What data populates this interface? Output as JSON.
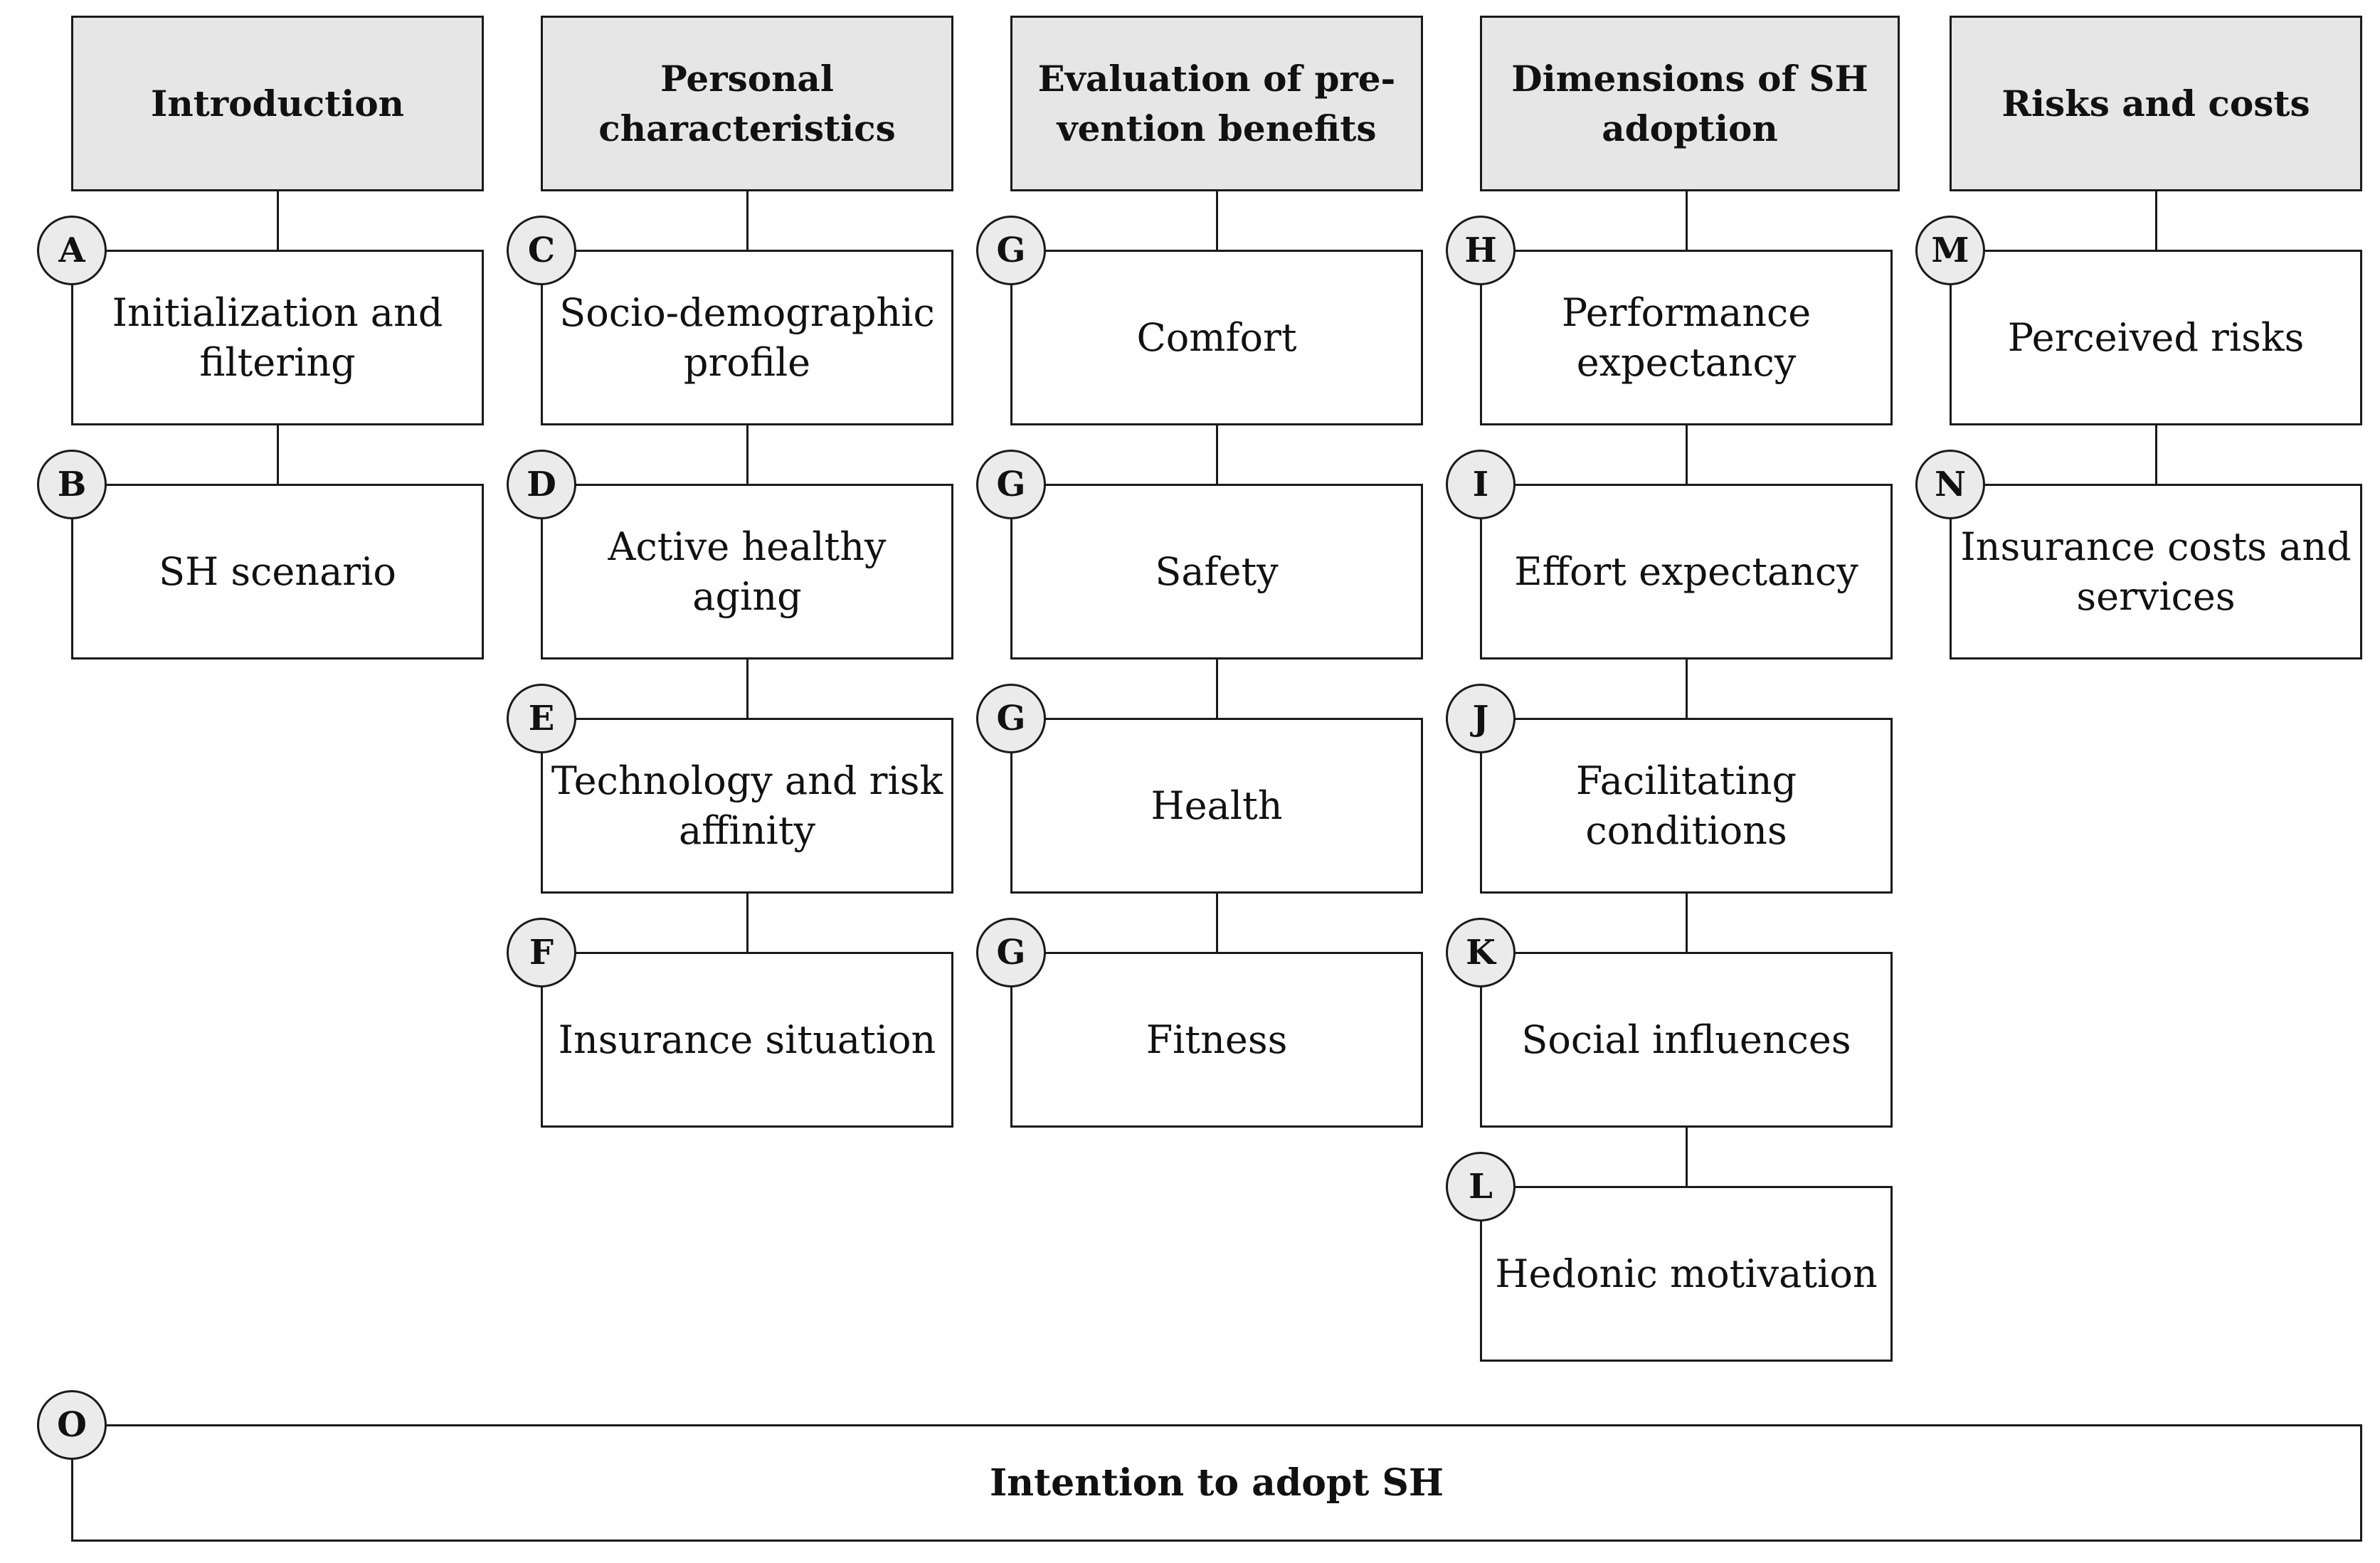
{
  "columns": [
    {
      "title": "Introduction",
      "items": [
        {
          "badge": "A",
          "label": "Initialization and filtering"
        },
        {
          "badge": "B",
          "label": "SH scenario"
        }
      ]
    },
    {
      "title": "Personal characteristics",
      "items": [
        {
          "badge": "C",
          "label": "Socio-demographic profile"
        },
        {
          "badge": "D",
          "label": "Active healthy aging"
        },
        {
          "badge": "E",
          "label": "Technology and risk affinity"
        },
        {
          "badge": "F",
          "label": "Insurance situation"
        }
      ]
    },
    {
      "title": "Evaluation of pre-vention benefits",
      "items": [
        {
          "badge": "G",
          "label": "Comfort"
        },
        {
          "badge": "G",
          "label": "Safety"
        },
        {
          "badge": "G",
          "label": "Health"
        },
        {
          "badge": "G",
          "label": "Fitness"
        }
      ]
    },
    {
      "title": "Dimensions of SH adoption",
      "items": [
        {
          "badge": "H",
          "label": "Performance expectancy"
        },
        {
          "badge": "I",
          "label": "Effort expectancy"
        },
        {
          "badge": "J",
          "label": "Facilitating conditions"
        },
        {
          "badge": "K",
          "label": "Social influences"
        },
        {
          "badge": "L",
          "label": "Hedonic motivation"
        }
      ]
    },
    {
      "title": "Risks and costs",
      "items": [
        {
          "badge": "M",
          "label": "Perceived risks"
        },
        {
          "badge": "N",
          "label": "Insurance costs and services"
        }
      ]
    }
  ],
  "outcome": {
    "badge": "O",
    "label": "Intention to adopt SH"
  }
}
